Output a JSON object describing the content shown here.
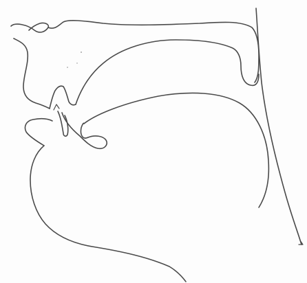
{
  "figure": {
    "kind": "line-drawing",
    "subject": "sagittal-vocal-tract",
    "line_color": "#4a4a4a",
    "background_color": "#fdfdfd",
    "parts": [
      "upper-lip",
      "upper-teeth",
      "alveolar-ridge",
      "hard-palate",
      "velum",
      "pharyngeal-wall",
      "tongue",
      "lower-lip",
      "lower-teeth",
      "jaw-and-chin"
    ]
  }
}
